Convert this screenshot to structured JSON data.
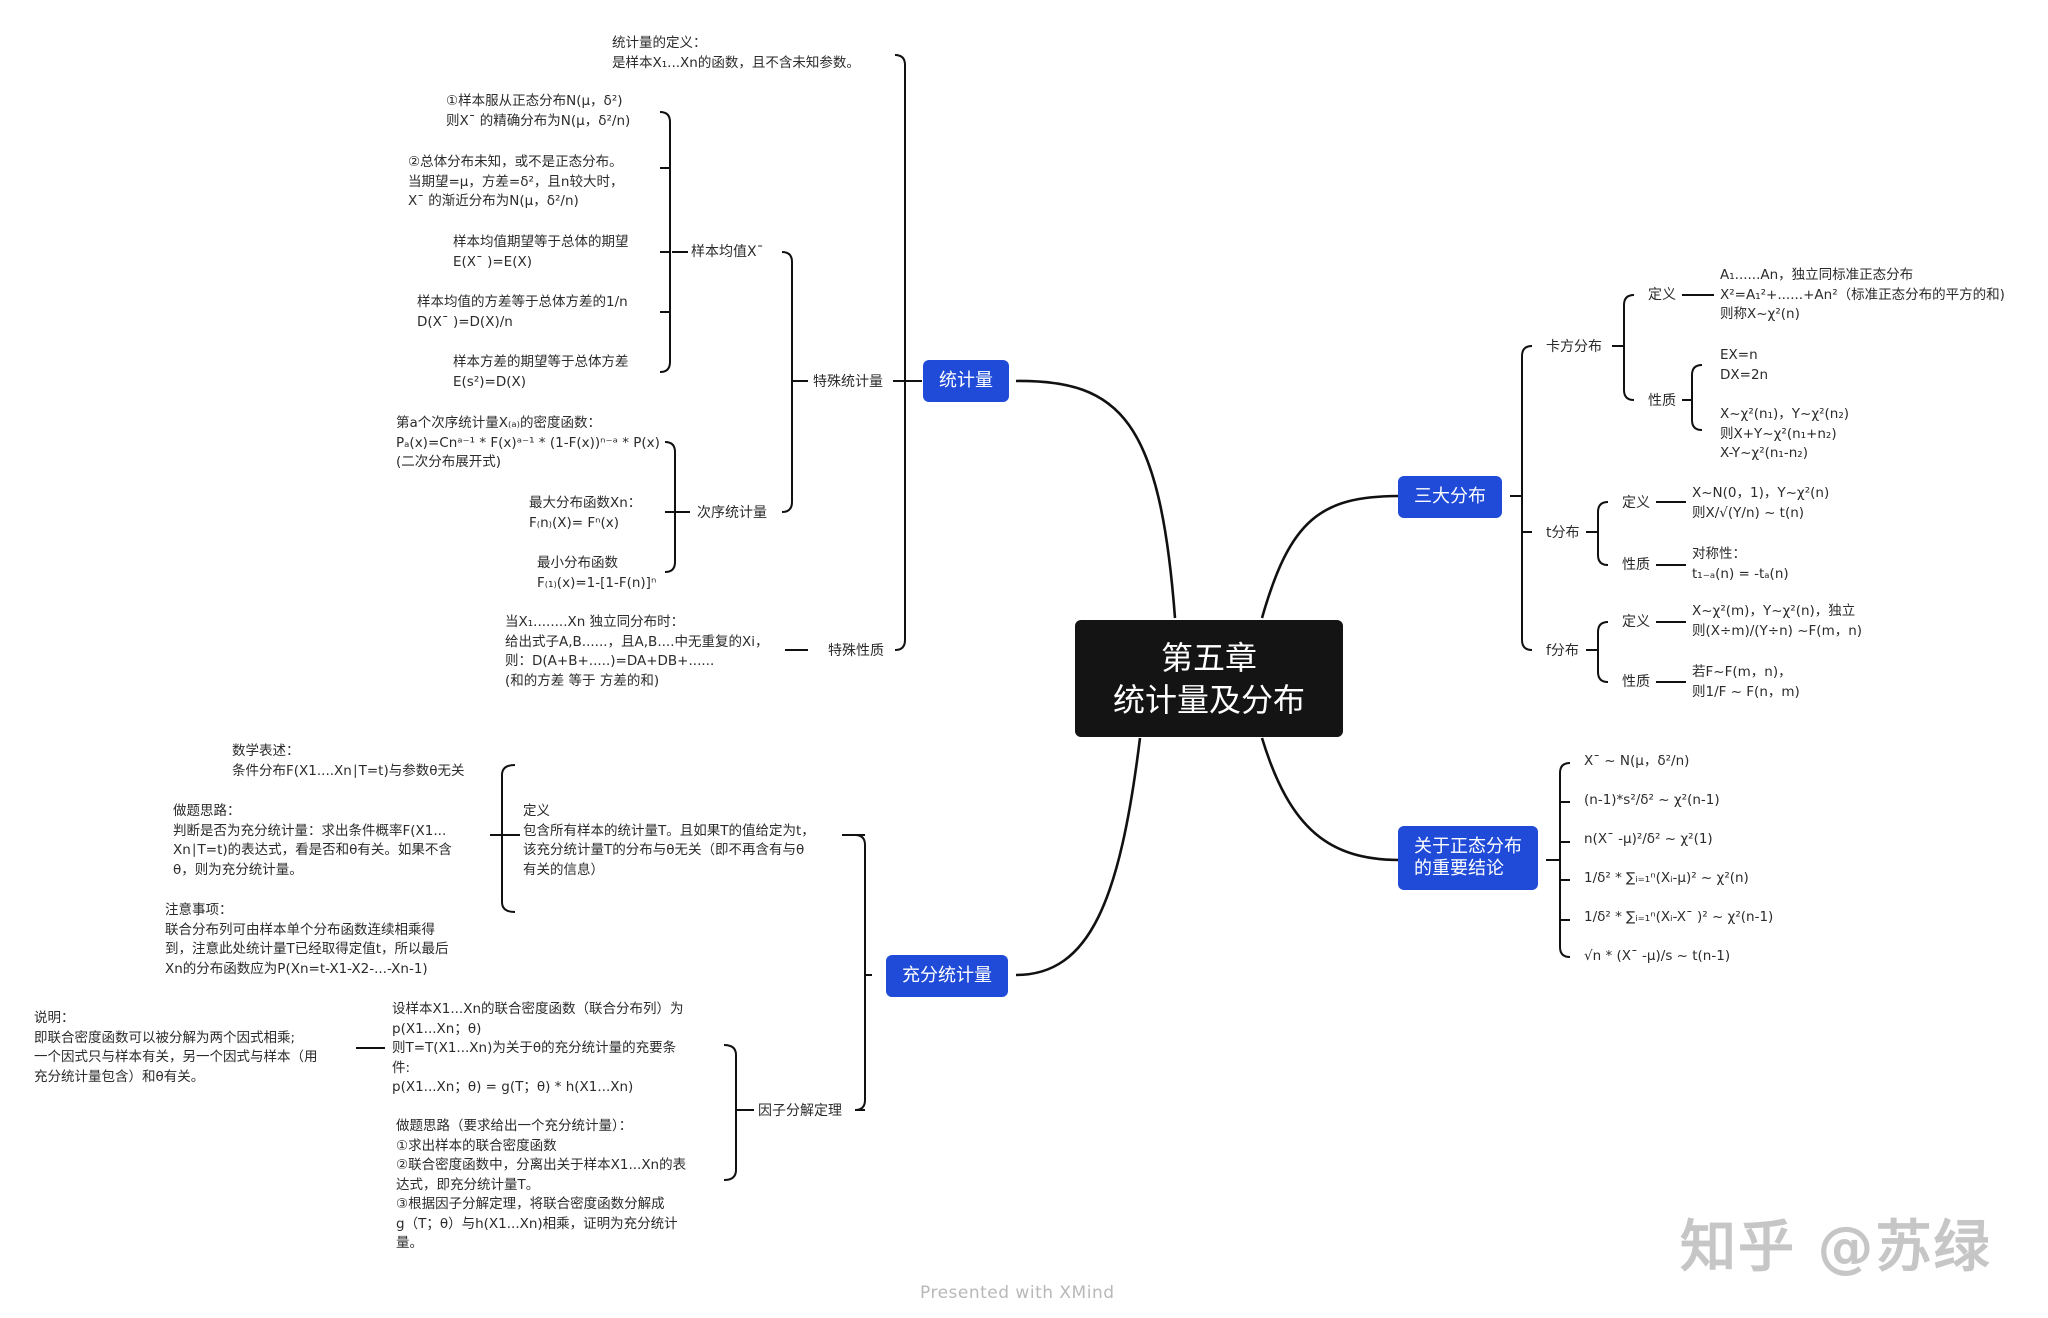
{
  "central": {
    "title": "第五章\n统计量及分布"
  },
  "stat": {
    "topic": "统计量",
    "definition": "统计量的定义：\n是样本X₁...Xn的函数，且不含未知参数。",
    "special_stats": "特殊统计量",
    "sample_mean": "样本均值X¯",
    "mean_items": [
      "①样本服从正态分布N(μ，δ²)\n则X¯ 的精确分布为N(μ，δ²/n)",
      "②总体分布未知，或不是正态分布。\n当期望=μ，方差=δ²，且n较大时，\nX¯ 的渐近分布为N(μ，δ²/n)",
      "样本均值期望等于总体的期望\nE(X¯ )=E(X)",
      "样本均值的方差等于总体方差的1/n\nD(X¯ )=D(X)/n",
      "样本方差的期望等于总体方差\nE(s²)=D(X)"
    ],
    "order_stat": "次序统计量",
    "order_items": [
      "第a个次序统计量X₍ₐ₎的密度函数：\nPₐ(x)=Cnᵃ⁻¹ * F(x)ᵃ⁻¹ * (1-F(x))ⁿ⁻ᵃ * P(x)\n(二次分布展开式)",
      "最大分布函数Xn：\nF₍n₎(X)= Fⁿ(x)",
      "最小分布函数\nF₍₁₎(x)=1-[1-F(n)]ⁿ"
    ],
    "special_prop": "特殊性质",
    "special_prop_text": "当X₁........Xn 独立同分布时：\n给出式子A,B......，且A,B....中无重复的Xi，\n则：D(A+B+.....)=DA+DB+......\n(和的方差 等于 方差的和)"
  },
  "suff": {
    "topic": "充分统计量",
    "definition": "定义\n包含所有样本的统计量T。且如果T的值给定为t，\n该充分统计量T的分布与θ无关（即不再含有与θ\n有关的信息）",
    "def_items": [
      "数学表述：\n条件分布F(X1....Xn∣T=t)与参数θ无关",
      "做题思路：\n判断是否为充分统计量：求出条件概率F(X1...\nXn∣T=t)的表达式，看是否和θ有关。如果不含\nθ，则为充分统计量。",
      "注意事项：\n联合分布列可由样本单个分布函数连续相乘得\n到，注意此处统计量T已经取得定值t，所以最后\nXn的分布函数应为P(Xn=t-X1-X2-...-Xn-1)"
    ],
    "factor": "因子分解定理",
    "factor_items": [
      "设样本X1...Xn的联合密度函数（联合分布列）为\np(X1...Xn；θ)\n则T=T(X1...Xn)为关于θ的充分统计量的充要条\n件:\np(X1...Xn；θ) = g(T；θ) * h(X1...Xn)",
      "做题思路（要求给出一个充分统计量）：\n①求出样本的联合密度函数\n②联合密度函数中，分离出关于样本X1...Xn的表\n达式，即充分统计量T。\n③根据因子分解定理，将联合密度函数分解成\ng（T；θ）与h(X1...Xn)相乘，证明为充分统计\n量。"
    ],
    "note": "说明：\n即联合密度函数可以被分解为两个因式相乘;\n一个因式只与样本有关，另一个因式与样本（用\n充分统计量包含）和θ有关。"
  },
  "three": {
    "topic": "三大分布",
    "chi": "卡方分布",
    "chi_def_label": "定义",
    "chi_def": "A₁......An，独立同标准正态分布\nX²=A₁²+......+An²（标准正态分布的平方的和)\n则称X~χ²(n)",
    "chi_prop_label": "性质",
    "chi_prop1": "EX=n\nDX=2n",
    "chi_prop2": "X~χ²(n₁)，Y~χ²(n₂)\n则X+Y~χ²(n₁+n₂)\nX-Y~χ²(n₁-n₂)",
    "t": "t分布",
    "t_def_label": "定义",
    "t_def": "X~N(0，1)，Y~χ²(n)\n则X/√(Y/n) ~ t(n)",
    "t_prop_label": "性质",
    "t_prop": "对称性：\nt₁₋ₐ(n) = -tₐ(n)",
    "f": "f分布",
    "f_def_label": "定义",
    "f_def": "X~χ²(m)，Y~χ²(n)，独立\n则(X÷m)/(Y÷n) ~F(m，n)",
    "f_prop_label": "性质",
    "f_prop": "若F~F(m，n)，\n则1/F ~ F(n，m)"
  },
  "normal": {
    "topic": "关于正态分布\n的重要结论",
    "items": [
      "X¯ ~ N(μ，δ²/n)",
      "(n-1)*s²/δ² ~ χ²(n-1)",
      "n(X¯ -μ)²/δ² ~ χ²(1)",
      "1/δ² * ∑ᵢ₌₁ⁿ(Xᵢ-μ)² ~ χ²(n)",
      "1/δ² * ∑ᵢ₌₁ⁿ(Xᵢ-X¯ )² ~ χ²(n-1)",
      "√n * (X¯ -μ)/s ~ t(n-1)"
    ]
  },
  "footer": "Presented with XMind",
  "watermark": "知乎 @苏绿",
  "colors": {
    "topic": "#1f4bd8",
    "central": "#141414",
    "line": "#111111"
  }
}
